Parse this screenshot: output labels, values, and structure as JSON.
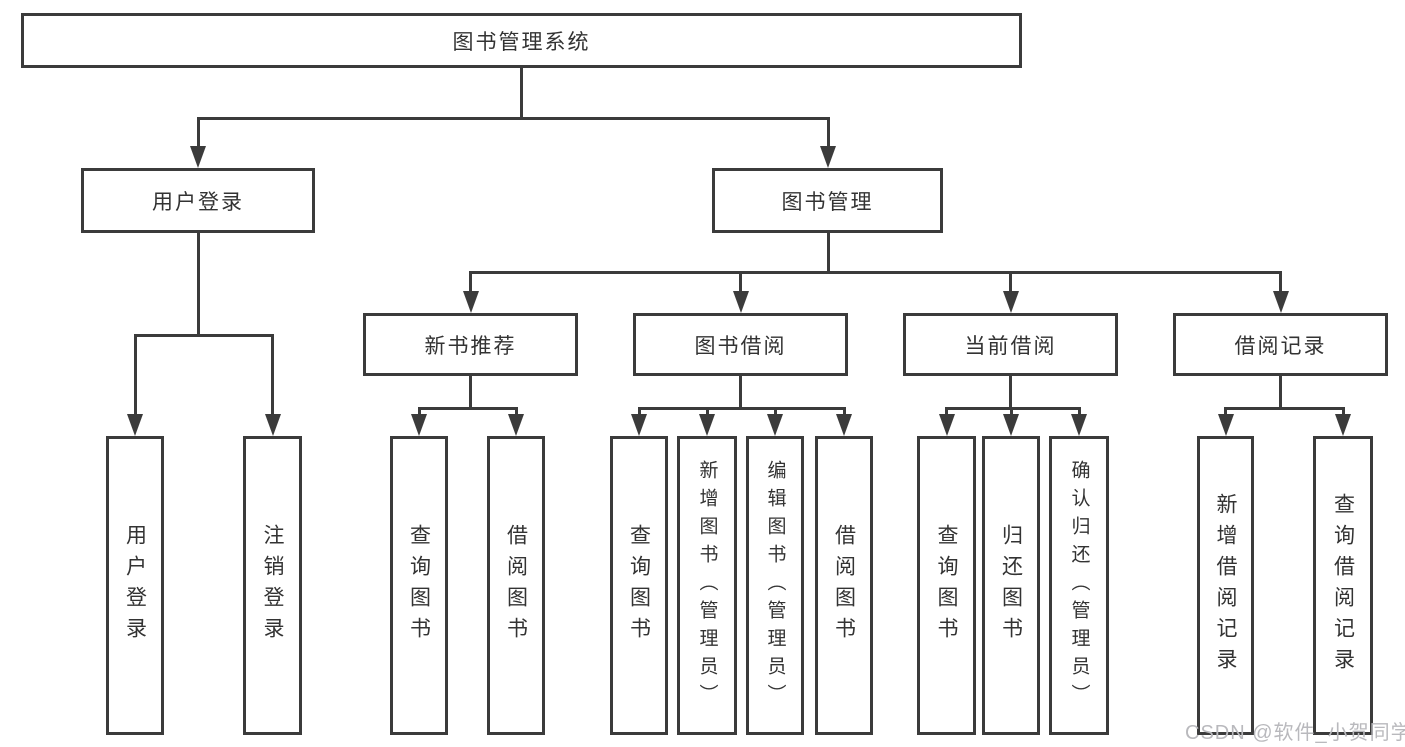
{
  "watermark": "CSDN @软件_小贺同学",
  "colors": {
    "line": "#3b3b3b",
    "text": "#333333",
    "watermark": "#b9b9bd",
    "background": "#ffffff"
  },
  "tree": {
    "root": {
      "label": "图书管理系统"
    },
    "branches": [
      {
        "label": "用户登录",
        "children": [
          {
            "label": "用户登录"
          },
          {
            "label": "注销登录"
          }
        ]
      },
      {
        "label": "图书管理",
        "children": [
          {
            "label": "新书推荐",
            "children": [
              {
                "label": "查询图书"
              },
              {
                "label": "借阅图书"
              }
            ]
          },
          {
            "label": "图书借阅",
            "children": [
              {
                "label": "查询图书"
              },
              {
                "label": "新增图书（管理员）"
              },
              {
                "label": "编辑图书（管理员）"
              },
              {
                "label": "借阅图书"
              }
            ]
          },
          {
            "label": "当前借阅",
            "children": [
              {
                "label": "查询图书"
              },
              {
                "label": "归还图书"
              },
              {
                "label": "确认归还（管理员）"
              }
            ]
          },
          {
            "label": "借阅记录",
            "children": [
              {
                "label": "新增借阅记录"
              },
              {
                "label": "查询借阅记录"
              }
            ]
          }
        ]
      }
    ]
  }
}
